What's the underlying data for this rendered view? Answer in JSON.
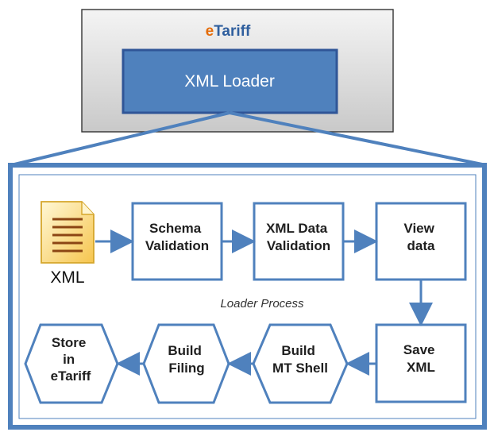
{
  "app": {
    "title_e": "e",
    "title_rest": "Tariff",
    "loader_label": "XML Loader"
  },
  "process": {
    "caption": "Loader Process",
    "xml_file_label": "XML",
    "steps": {
      "schema_validation": [
        "Schema",
        "Validation"
      ],
      "xml_data_validation": [
        "XML Data",
        "Validation"
      ],
      "view_data": [
        "View",
        "data"
      ],
      "save_xml": [
        "Save",
        "XML"
      ],
      "build_mt_shell": [
        "Build",
        "MT Shell"
      ],
      "build_filing": [
        "Build",
        "Filing"
      ],
      "store_in_etariff": [
        "Store",
        "in",
        "eTariff"
      ]
    }
  },
  "colors": {
    "outer_box_fill": "#dcdcdc",
    "loader_fill": "#4f81bd",
    "process_border": "#4f81bd",
    "arrow": "#4f81bd",
    "file_icon_fill": "#fbe3a0",
    "file_lines": "#8b4513"
  }
}
